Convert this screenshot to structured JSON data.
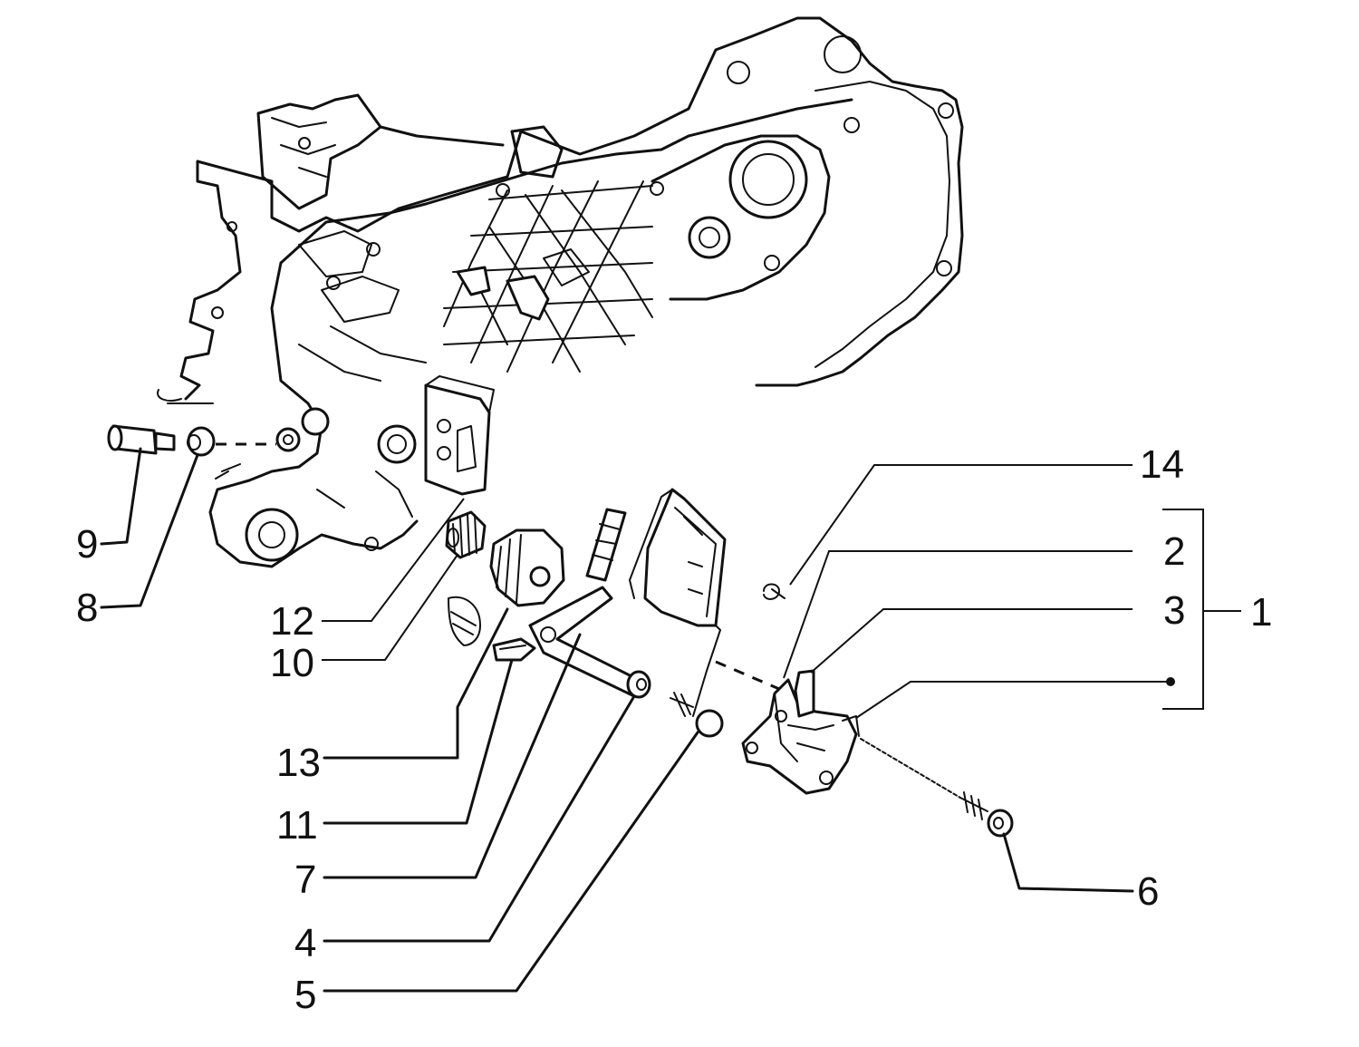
{
  "diagram": {
    "callouts": [
      {
        "id": "c1",
        "label": "1"
      },
      {
        "id": "c2",
        "label": "2"
      },
      {
        "id": "c3",
        "label": "3"
      },
      {
        "id": "c4",
        "label": "4"
      },
      {
        "id": "c5",
        "label": "5"
      },
      {
        "id": "c6",
        "label": "6"
      },
      {
        "id": "c7",
        "label": "7"
      },
      {
        "id": "c8",
        "label": "8"
      },
      {
        "id": "c9",
        "label": "9"
      },
      {
        "id": "c10",
        "label": "10"
      },
      {
        "id": "c11",
        "label": "11"
      },
      {
        "id": "c12",
        "label": "12"
      },
      {
        "id": "c13",
        "label": "13"
      },
      {
        "id": "c14",
        "label": "14"
      }
    ],
    "colors": {
      "line": "#111111",
      "background": "#ffffff"
    }
  }
}
